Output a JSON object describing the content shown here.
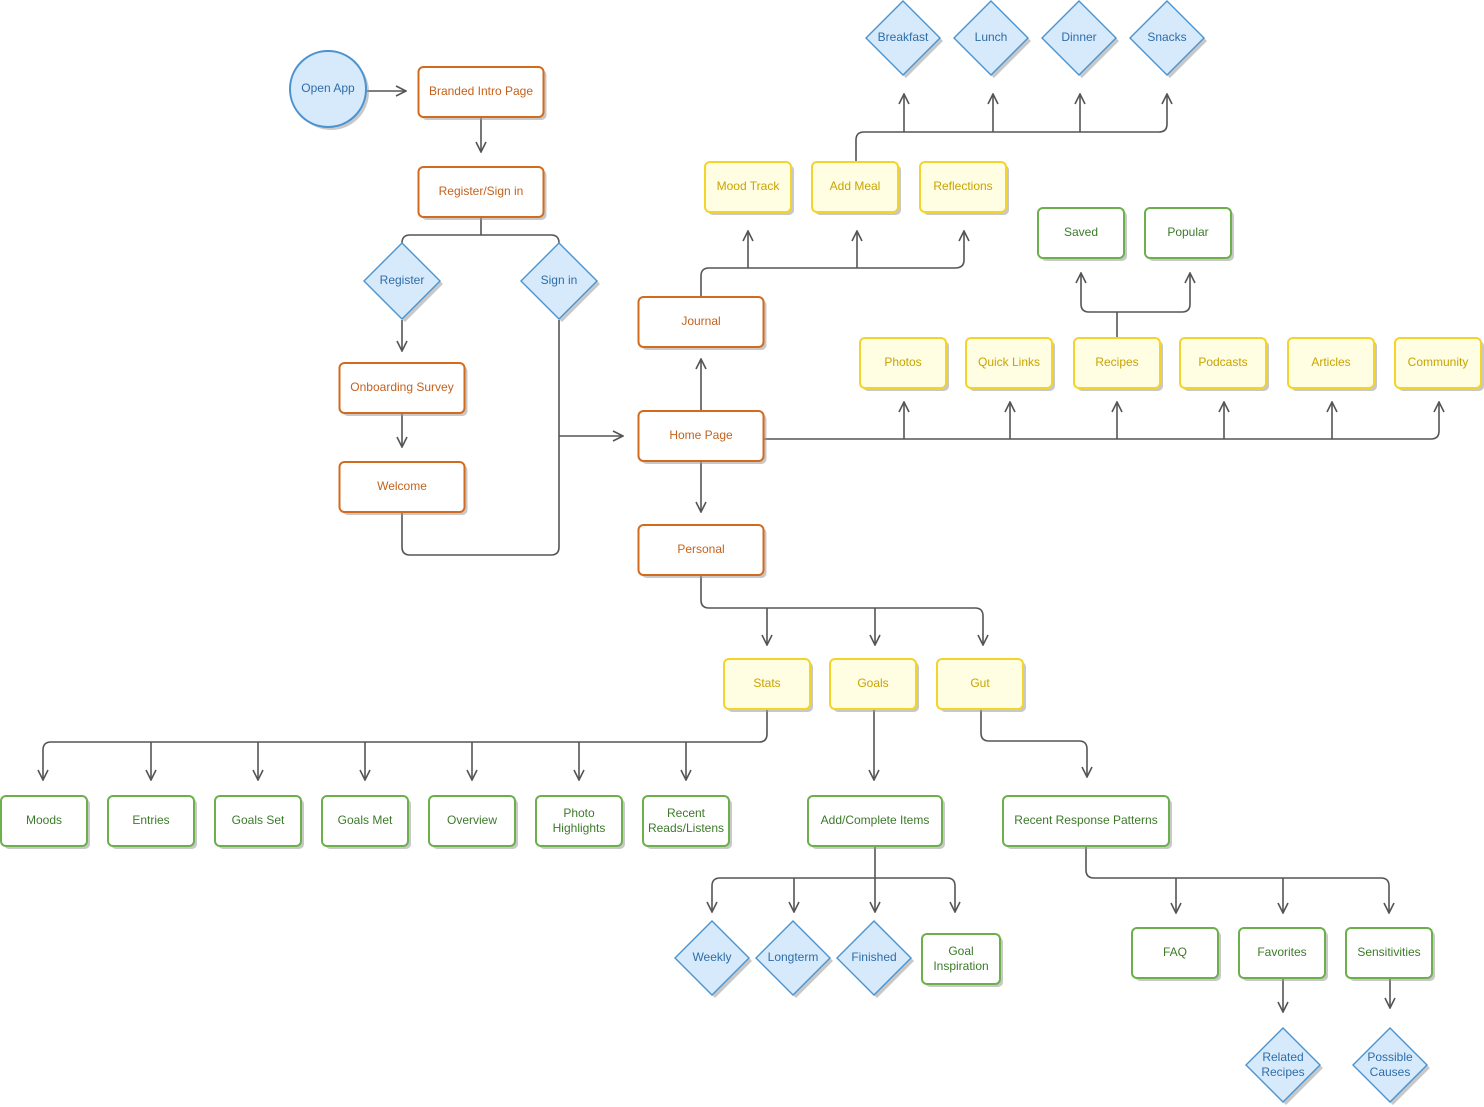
{
  "colors": {
    "orange_stroke": "#D36B1F",
    "orange_fill": "#FFFFFF",
    "orange_text": "#C4621D",
    "yellow_stroke": "#F2D42A",
    "yellow_fill": "#FFFDE2",
    "yellow_text": "#C9A400",
    "green_stroke": "#6BB04A",
    "green_fill": "#FFFFFF",
    "green_text": "#3C7A2A",
    "blue_stroke": "#4A93CF",
    "blue_fill": "#D7EAFB",
    "blue_text": "#2E6DA8",
    "connector": "#555555",
    "shadow": "#9A9A9A"
  },
  "nodes": {
    "open_app": "Open App",
    "branded_intro": "Branded Intro Page",
    "register_signin": "Register/Sign in",
    "register": "Register",
    "sign_in": "Sign in",
    "onboarding": "Onboarding Survey",
    "welcome": "Welcome",
    "journal": "Journal",
    "home": "Home Page",
    "personal": "Personal",
    "mood_track": "Mood Track",
    "add_meal": "Add Meal",
    "reflections": "Reflections",
    "breakfast": "Breakfast",
    "lunch": "Lunch",
    "dinner": "Dinner",
    "snacks": "Snacks",
    "saved": "Saved",
    "popular": "Popular",
    "photos": "Photos",
    "quick_links": "Quick Links",
    "recipes": "Recipes",
    "podcasts": "Podcasts",
    "articles": "Articles",
    "community": "Community",
    "stats": "Stats",
    "goals": "Goals",
    "gut": "Gut",
    "moods": "Moods",
    "entries": "Entries",
    "goals_set": "Goals Set",
    "goals_met": "Goals Met",
    "overview": "Overview",
    "photo_highlights": "Photo Highlights",
    "recent_reads": "Recent Reads/Listens",
    "add_complete": "Add/Complete Items",
    "recent_patterns": "Recent Response Patterns",
    "weekly": "Weekly",
    "longterm": "Longterm",
    "finished": "Finished",
    "goal_inspiration": "Goal Inspiration",
    "faq": "FAQ",
    "favorites": "Favorites",
    "sensitivities": "Sensitivities",
    "related_recipes": "Related Recipes",
    "possible_causes": "Possible Causes"
  }
}
